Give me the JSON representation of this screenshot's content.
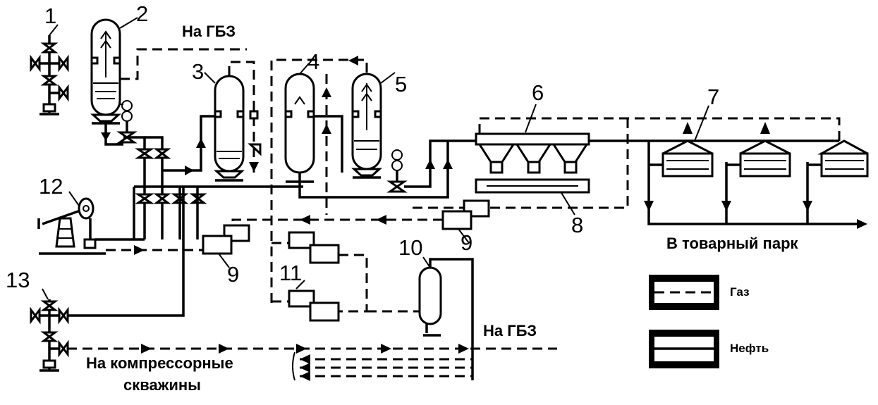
{
  "numbers": {
    "n1": "1",
    "n2": "2",
    "n3": "3",
    "n4": "4",
    "n5": "5",
    "n6": "6",
    "n7": "7",
    "n8": "8",
    "n9a": "9",
    "n9b": "9",
    "n10": "10",
    "n11": "11",
    "n12": "12",
    "n13": "13"
  },
  "labels": {
    "na_gbz_top": "На ГБЗ",
    "na_gbz_bottom": "На ГБЗ",
    "tovarny_park": "В товарный парк",
    "compressor_line1": "На компрессорные",
    "compressor_line2": "скважины"
  },
  "legend": {
    "gas": "Газ",
    "oil": "Нефть"
  }
}
